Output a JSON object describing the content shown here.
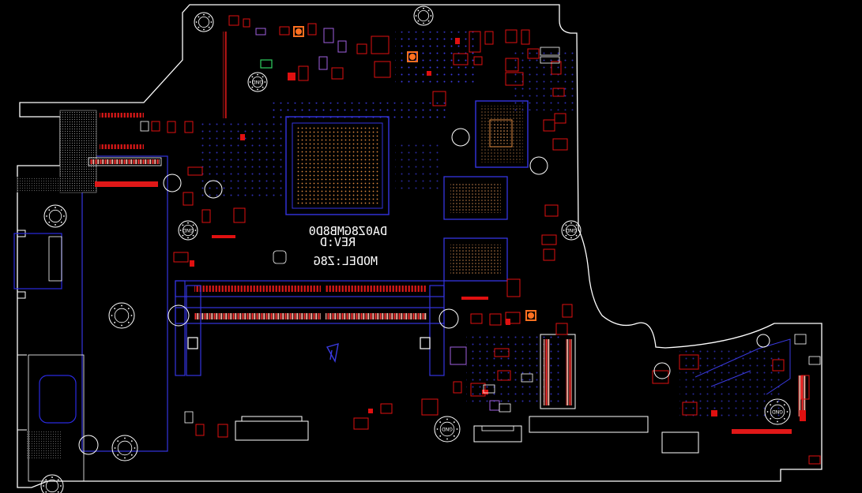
{
  "board": {
    "part_number": "DA0Z8GMB8D0",
    "revision": "REV:D",
    "model": "MODEL:Z8G",
    "mount_hole_label": "GND"
  },
  "colors": {
    "background": "#000000",
    "outline": "#ffffff",
    "outline_blue": "#2a2ae0",
    "pad_red": "#e01010",
    "pad_orange": "#ff7020",
    "pad_green": "#30d060",
    "bga_dot": "#f09040"
  },
  "icons": {
    "mount_hole": "circle-icon",
    "bga_chip": "bga-grid-icon",
    "dimm_slot": "connector-icon",
    "arrow": "triangle-icon"
  }
}
